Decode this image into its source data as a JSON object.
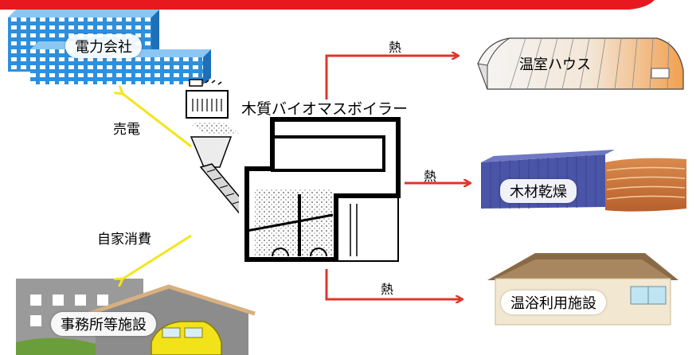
{
  "diagram": {
    "boiler_title": "木質バイオマスボイラー",
    "power_company": "電力会社",
    "greenhouse": "温室ハウス",
    "lumber_drying": "木材乾燥",
    "bath_facility": "温浴利用施設",
    "office_facility": "事務所等施設",
    "sell_power": "売電",
    "self_consumption": "自家消費",
    "heat_label_1": "熱",
    "heat_label_2": "熱",
    "heat_label_3": "熱"
  },
  "colors": {
    "top_banner": "#e8191e",
    "heat_arrow": "#e0352b",
    "power_arrow": "#f4e51c",
    "building_blue": "#2f8fdc",
    "lumber_wall": "#4a55a8",
    "wood": "#c9743c",
    "office_gray": "#9a9a9a",
    "car": "#f2e21a"
  }
}
